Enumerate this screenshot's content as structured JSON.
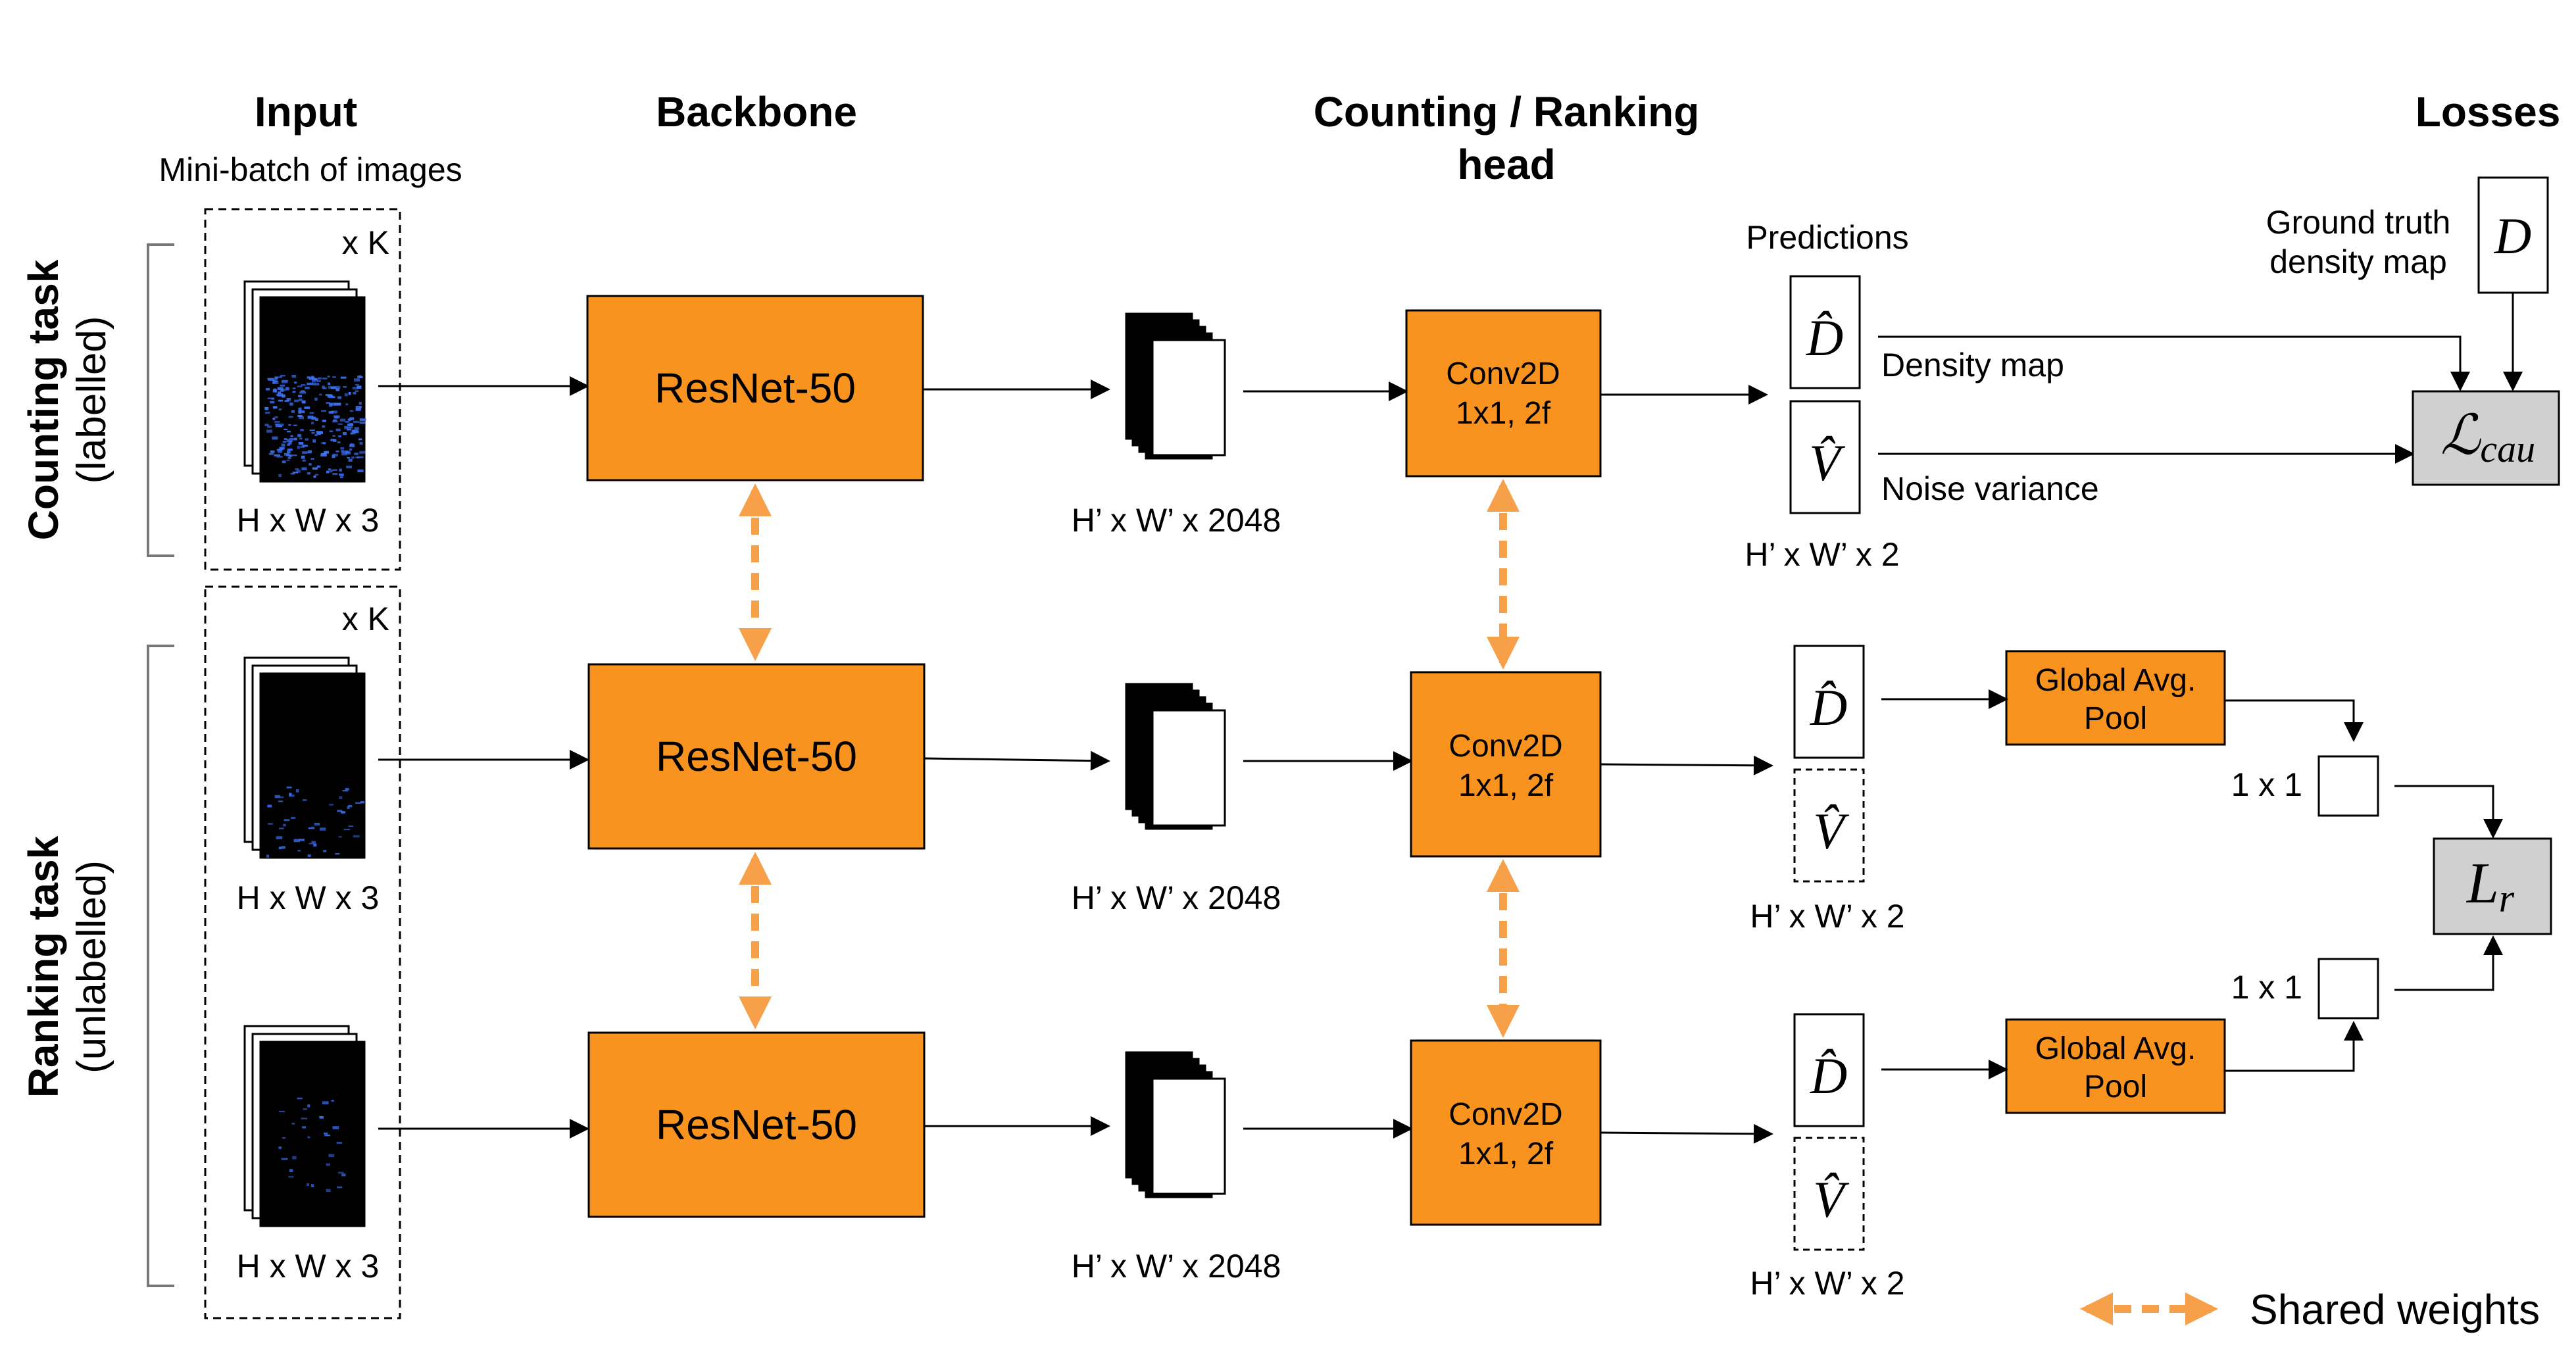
{
  "headers": {
    "input": "Input",
    "input_sub": "Mini-batch of images",
    "backbone": "Backbone",
    "head_line1": "Counting / Ranking",
    "head_line2": "head",
    "losses": "Losses"
  },
  "side_labels": {
    "counting_bold": "Counting task",
    "counting_sub": "(labelled)",
    "ranking_bold": "Ranking task",
    "ranking_sub": "(unlabelled)"
  },
  "input": {
    "batch_multiplier": "x K",
    "image_dims": "H x W x 3"
  },
  "backbone_label": "ResNet-50",
  "feature_dims": "H’ x W’ x 2048",
  "conv": {
    "line1": "Conv2D",
    "line2": "1x1, 2f"
  },
  "predictions": {
    "title": "Predictions",
    "dims": "H’ x W’ x 2",
    "density_symbol": "D̂",
    "variance_symbol": "V̂",
    "density_label": "Density map",
    "variance_label": "Noise variance"
  },
  "ground_truth": {
    "line1": "Ground truth",
    "line2": "density map",
    "symbol": "D"
  },
  "loss_cau": {
    "main": "ℒ",
    "sub": "cau"
  },
  "loss_r": {
    "main": "L",
    "sub": "r"
  },
  "gap": {
    "line1": "Global Avg.",
    "line2": "Pool"
  },
  "scalar_dims": "1 x 1",
  "legend": {
    "shared_weights": "Shared weights"
  },
  "colors": {
    "orange_box": "#f7931e",
    "orange_arrow": "#f7a04a",
    "loss_gray": "#d0d0d0",
    "image_bg": "#000000",
    "image_dots": "#3a6ff0"
  }
}
